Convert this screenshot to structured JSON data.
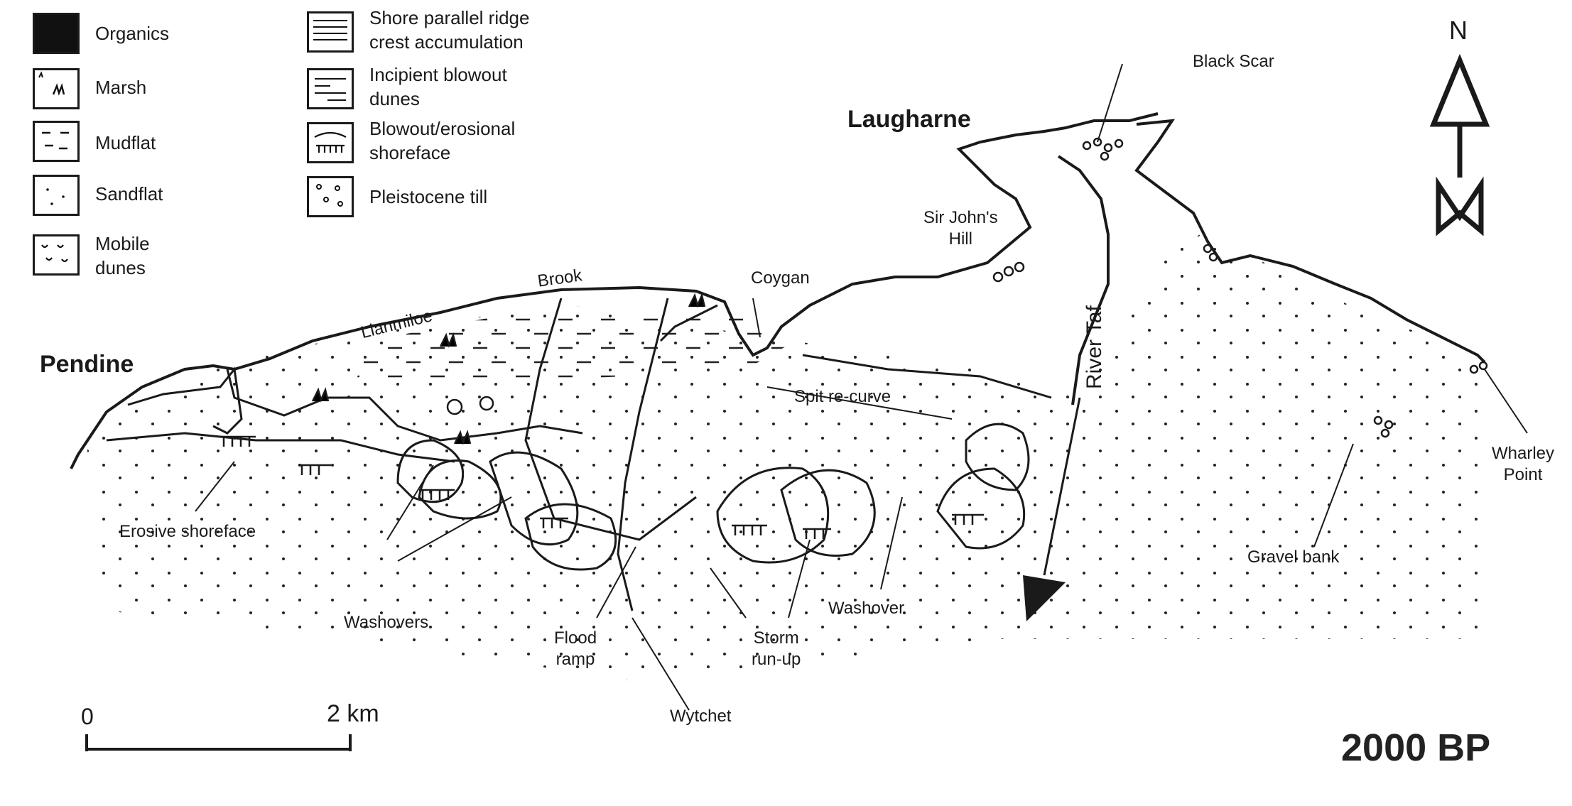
{
  "legend": {
    "items": [
      {
        "key": "organics",
        "label": "Organics"
      },
      {
        "key": "marsh",
        "label": "Marsh"
      },
      {
        "key": "mudflat",
        "label": "Mudflat"
      },
      {
        "key": "sandflat",
        "label": "Sandflat"
      },
      {
        "key": "mobile_dunes",
        "label": "Mobile\ndunes"
      },
      {
        "key": "shore_ridge",
        "label": "Shore parallel ridge\ncrest accumulation"
      },
      {
        "key": "incipient_dunes",
        "label": "Incipient blowout\ndunes"
      },
      {
        "key": "blowout_shoreface",
        "label": "Blowout/erosional\nshoreface"
      },
      {
        "key": "pleistocene_till",
        "label": "Pleistocene till"
      }
    ]
  },
  "north_label": "N",
  "places": {
    "pendine": "Pendine",
    "laugharne": "Laugharne",
    "llanmiloe": "Llanmiloe",
    "brook": "Brook",
    "coygan": "Coygan",
    "sir_johns_hill": "Sir John's\nHill",
    "black_scar": "Black Scar",
    "river_taf": "River Taf",
    "wharley_point": "Wharley\nPoint",
    "gravel_bank": "Gravel bank",
    "spit_recurve": "Spit re-curve",
    "erosive_shoreface": "Erosive shoreface",
    "washovers": "Washovers",
    "flood_ramp": "Flood\nramp",
    "wytchet": "Wytchet",
    "storm_runup": "Storm\nrun-up",
    "washover": "Washover"
  },
  "scale": {
    "start": "0",
    "end": "2 km"
  },
  "era": "2000 BP"
}
